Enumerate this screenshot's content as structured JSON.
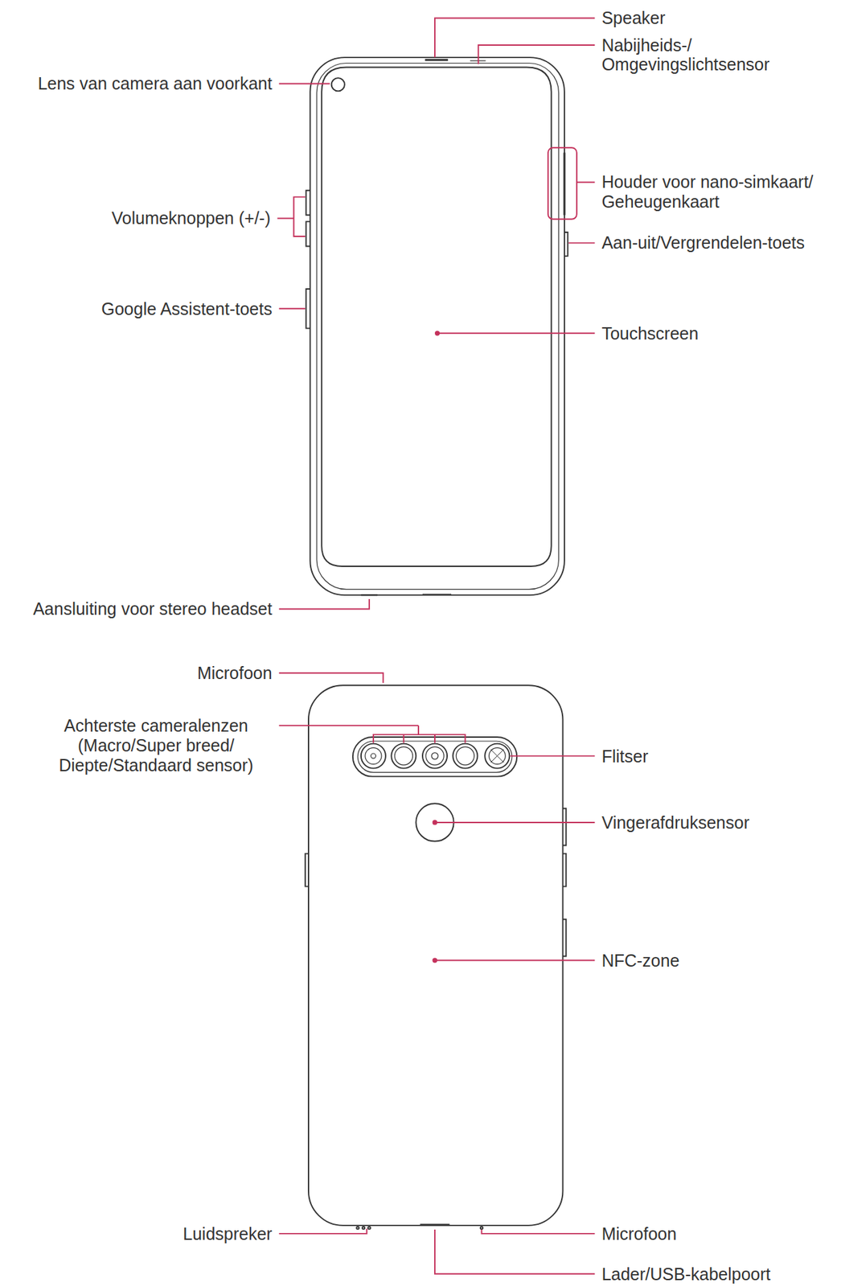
{
  "diagram": {
    "labels": [
      "Speaker",
      "Nabijheids-/ Omgevingslichtsensor",
      "Lens van camera aan voorkant",
      "Houder voor nano-simkaart/ Geheugenkaart",
      "Volumeknoppen (+/-)",
      "Aan-uit/Vergrendelen-toets",
      "Google Assistent-toets",
      "Touchscreen",
      "Aansluiting voor stereo headset",
      "Microfoon",
      "Achterste cameralenzen (Macro/Super breed/ Diepte/Standaard sensor)",
      "Flitser",
      "Vingerafdruksensor",
      "NFC-zone",
      "Luidspreker",
      "Microfoon",
      "Lader/USB-kabelpoort"
    ]
  }
}
